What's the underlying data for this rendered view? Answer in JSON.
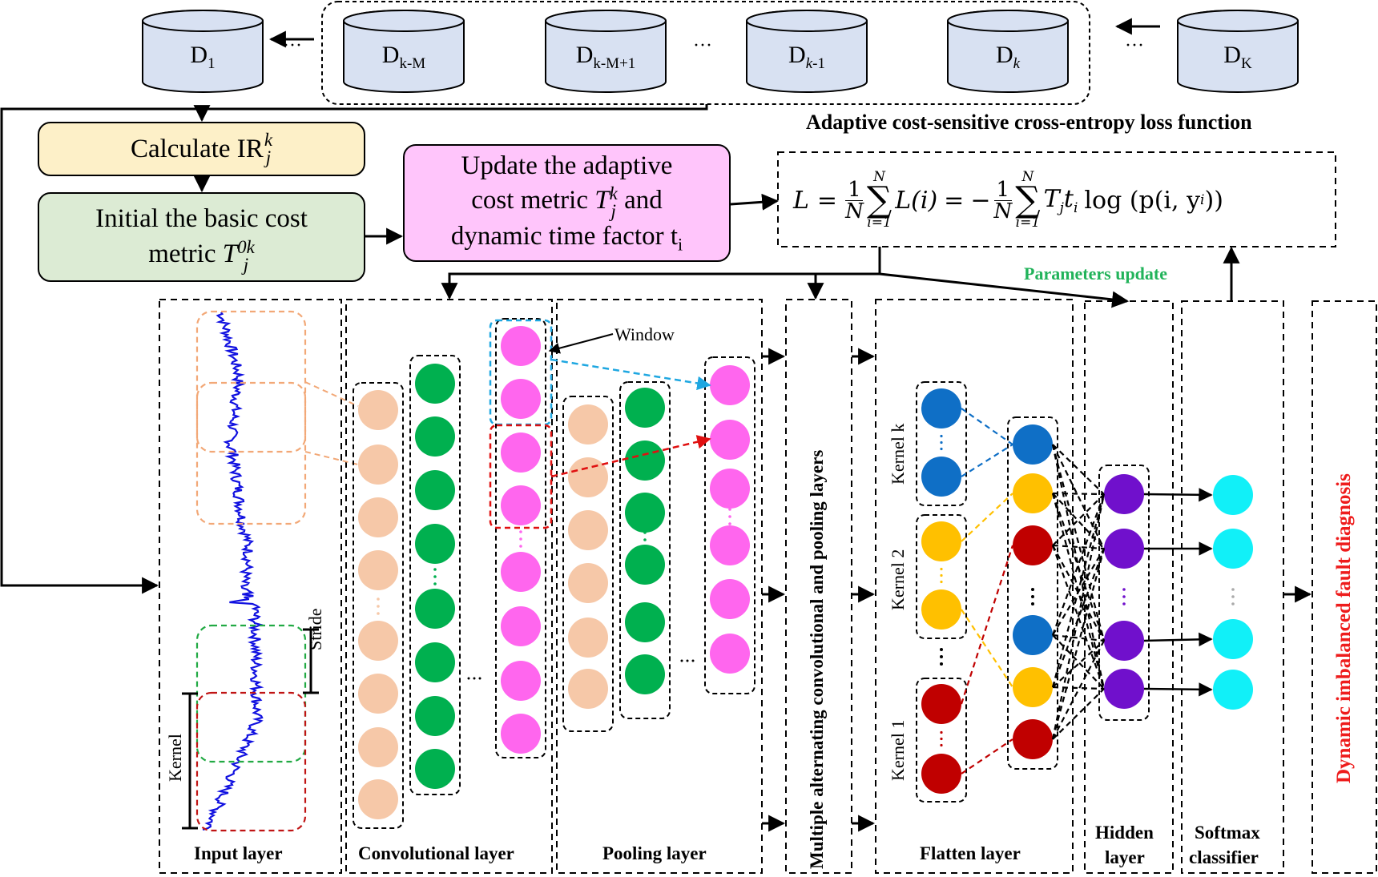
{
  "datasets": {
    "items": [
      {
        "label": "D",
        "sub": "1"
      },
      {
        "label": "D",
        "sub": "k-M"
      },
      {
        "label": "D",
        "sub": "k-M+1"
      },
      {
        "label": "D",
        "sub": "k-1",
        "sub_italic_k": true
      },
      {
        "label": "D",
        "sub": "k",
        "sub_italic": true
      },
      {
        "label": "D",
        "sub": "K"
      }
    ],
    "ellipsis": "···"
  },
  "calc_box": {
    "text": "Calculate IR",
    "sup": "k",
    "sub": "j",
    "bg": "#fdf0c8"
  },
  "init_box": {
    "line1": "Initial the basic cost",
    "line2_prefix": "metric ",
    "var": "T",
    "sup": "0k",
    "sub": "j",
    "bg": "#dcebd4"
  },
  "update_box": {
    "line1": "Update the adaptive",
    "line2_prefix": "cost metric ",
    "var": "T",
    "sup": "k",
    "sub": "j",
    "line2_suffix": " and",
    "line3": "dynamic time factor t",
    "line3_sub": "i",
    "bg": "#ffc5fb"
  },
  "loss": {
    "title": "Adaptive cost-sensitive cross-entropy loss function",
    "formula_L": "L",
    "formula_eq": "=",
    "frac_num": "1",
    "frac_den": "N",
    "sum_top": "N",
    "sum_bot": "i=1",
    "term1": "L(i)",
    "term2_tail": "log (p(i, y",
    "term2_close": "))"
  },
  "params_update": {
    "text": "Parameters update",
    "color": "#21b35a"
  },
  "window_label": "Window",
  "stride_label": "Stride",
  "kernel_label": "Kernel",
  "kernel_labels": {
    "k": "Kernel k",
    "k2": "Kernel 2",
    "k1": "Kernel 1"
  },
  "multi_layers": "Multiple alternating convolutional and pooling layers",
  "dynamic_diag": {
    "text": "Dynamic imbalanced fault diagnosis",
    "color": "#ee1c1c"
  },
  "layer_labels": {
    "input": "Input layer",
    "conv": "Convolutional layer",
    "pool": "Pooling layer",
    "flatten": "Flatten layer",
    "hidden_1": "Hidden",
    "hidden_2": "layer",
    "softmax_1": "Softmax",
    "softmax_2": "classifier"
  },
  "colors": {
    "peach": "#f6c8a8",
    "green": "#00b04f",
    "magenta": "#ff66ee",
    "blue": "#0f6fc6",
    "yellow": "#ffc000",
    "red": "#c00000",
    "purple": "#7010cc",
    "cyan": "#11f0f8",
    "signal": "#1010e0",
    "db_fill": "#d8e1f2"
  }
}
